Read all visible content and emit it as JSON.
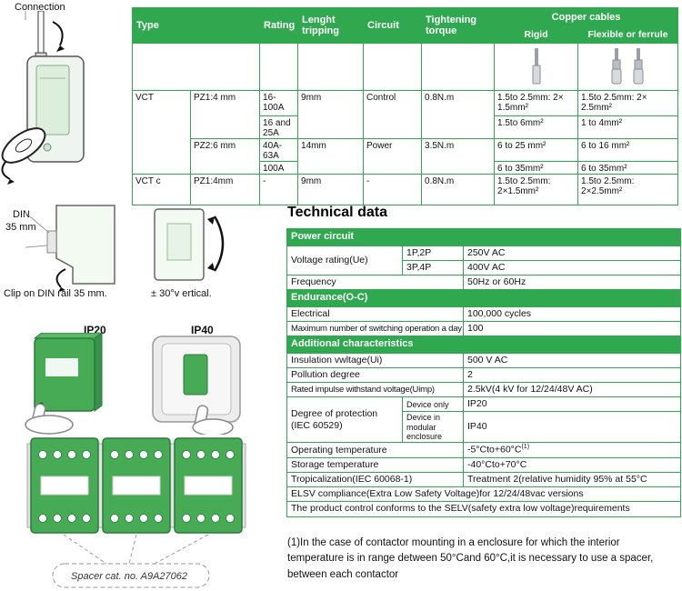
{
  "colors": {
    "accent_green": "#2fa84f",
    "module_green": "#47ab55"
  },
  "icons": {
    "rigid_cable": "rigid-cable-end-icon",
    "flexible_cable": "ferrule-cable-end-icon",
    "screwdriver": "screwdriver-icon",
    "rotation_arrow": "rotation-arrow-icon",
    "hand": "pressing-finger-icon",
    "tilt_arrow": "tilt-arrow-icon",
    "clip_arrow": "clip-rotation-arrow-icon"
  },
  "left": {
    "connection_label": "Connection",
    "din_label_1": "DIN",
    "din_label_2": "35 mm",
    "clip_caption": "Clip on DIN rail 35 mm.",
    "tilt_caption": "± 30°v ertical.",
    "ip20_label": "IP20",
    "ip40_label": "IP40",
    "spacer_label": "Spacer cat. no. A9A27062"
  },
  "spec_table": {
    "headers": {
      "type": "Type",
      "rating": "Rating",
      "length_tripping": "Lenght tripping",
      "circuit": "Circuit",
      "tightening_torque": "Tightening torque",
      "copper_cables": "Copper cables",
      "rigid": "Rigid",
      "flexible": "Flexible or ferrule"
    },
    "rows": {
      "vct": "VCT",
      "vct_pz1": "PZ1:4 mm",
      "rating_16_100": "16-100A",
      "rating_16_25": "16 and 25A",
      "vct_pz2": "PZ2:6 mm",
      "rating_40_63": "40A-63A",
      "rating_100": "100A",
      "trip_9": "9mm",
      "trip_14": "14mm",
      "circuit_control": "Control",
      "circuit_power": "Power",
      "torque_low": "0.8N.m",
      "torque_high": "3.5N.m",
      "rigid_row1": "1.5to 2.5mm: 2× 1.5mm²",
      "flex_row1": "1.5to 2.5mm: 2× 2.5mm²",
      "rigid_row2": "1.5to 6mm²",
      "flex_row2": "1 to 4mm²",
      "rigid_row3": "6 to 25 mm²",
      "flex_row3": "6 to 16 mm²",
      "rigid_row4": "6 to 35mm²",
      "flex_row4": "6 to 35mm²",
      "vctc": "VCT c",
      "vctc_pz1": "PZ1:4mm",
      "vctc_rating": "-",
      "vctc_trip": "9mm",
      "vctc_circuit": "-",
      "vctc_torque": "0.8N.m",
      "vctc_rigid": "1.5to 2.5mm: 2×1.5mm²",
      "vctc_flex": "1.5to 2.5mm: 2×2.5mm²"
    }
  },
  "technical": {
    "title": "Technical data",
    "power_section": "Power circuit",
    "voltage_label": "Voltage rating(Ue)",
    "voltage_1p2p": "1P,2P",
    "voltage_1p2p_value": "250V AC",
    "voltage_3p4p": "3P,4P",
    "voltage_3p4p_value": "400V AC",
    "frequency_label": "Frequency",
    "frequency_value": "50Hz or 60Hz",
    "endurance_section": "Endurance(O-C)",
    "electrical_label": "Electrical",
    "electrical_value": "100,000 cycles",
    "switching_label": "Maximum number of switching operation a day",
    "switching_value": "100",
    "additional_section": "Additional characteristics",
    "insulation_label": "Insulation vwltage(Ui)",
    "insulation_value": "500 V AC",
    "pollution_label": "Pollution degree",
    "pollution_value": "2",
    "impulse_label": "Rated impulse withstand voltage(Uimp)",
    "impulse_value": "2.5kV(4 kV for 12/24/48V AC)",
    "protection_label": "Degree of protection (IEC 60529)",
    "protection_device_only": "Device only",
    "protection_device_only_value": "IP20",
    "protection_enclosure": "Device in modular enclosure",
    "protection_enclosure_value": "IP40",
    "operating_label": "Operating temperature",
    "operating_value": "-5°Cto+60°C",
    "operating_sup": "(1)",
    "storage_label": "Storage temperature",
    "storage_value": "-40°Cto+70°C",
    "tropical_label": "Tropicalization(IEC 60068-1)",
    "tropical_value": "Treatment 2(relative humidity 95% at 55°C",
    "elsv_row": "ELSV compliance(Extra Low Safety Voltage)for 12/24/48vac versions",
    "selv_row": "The product control conforms to the SELV(safety extra low voltage)requirements"
  },
  "footnote": "(1)In the case of contactor mounting in a enclosure for which the interior temperature is in range detween 50°Cand 60°C,it is necessary to use a spacer, between each contactor"
}
